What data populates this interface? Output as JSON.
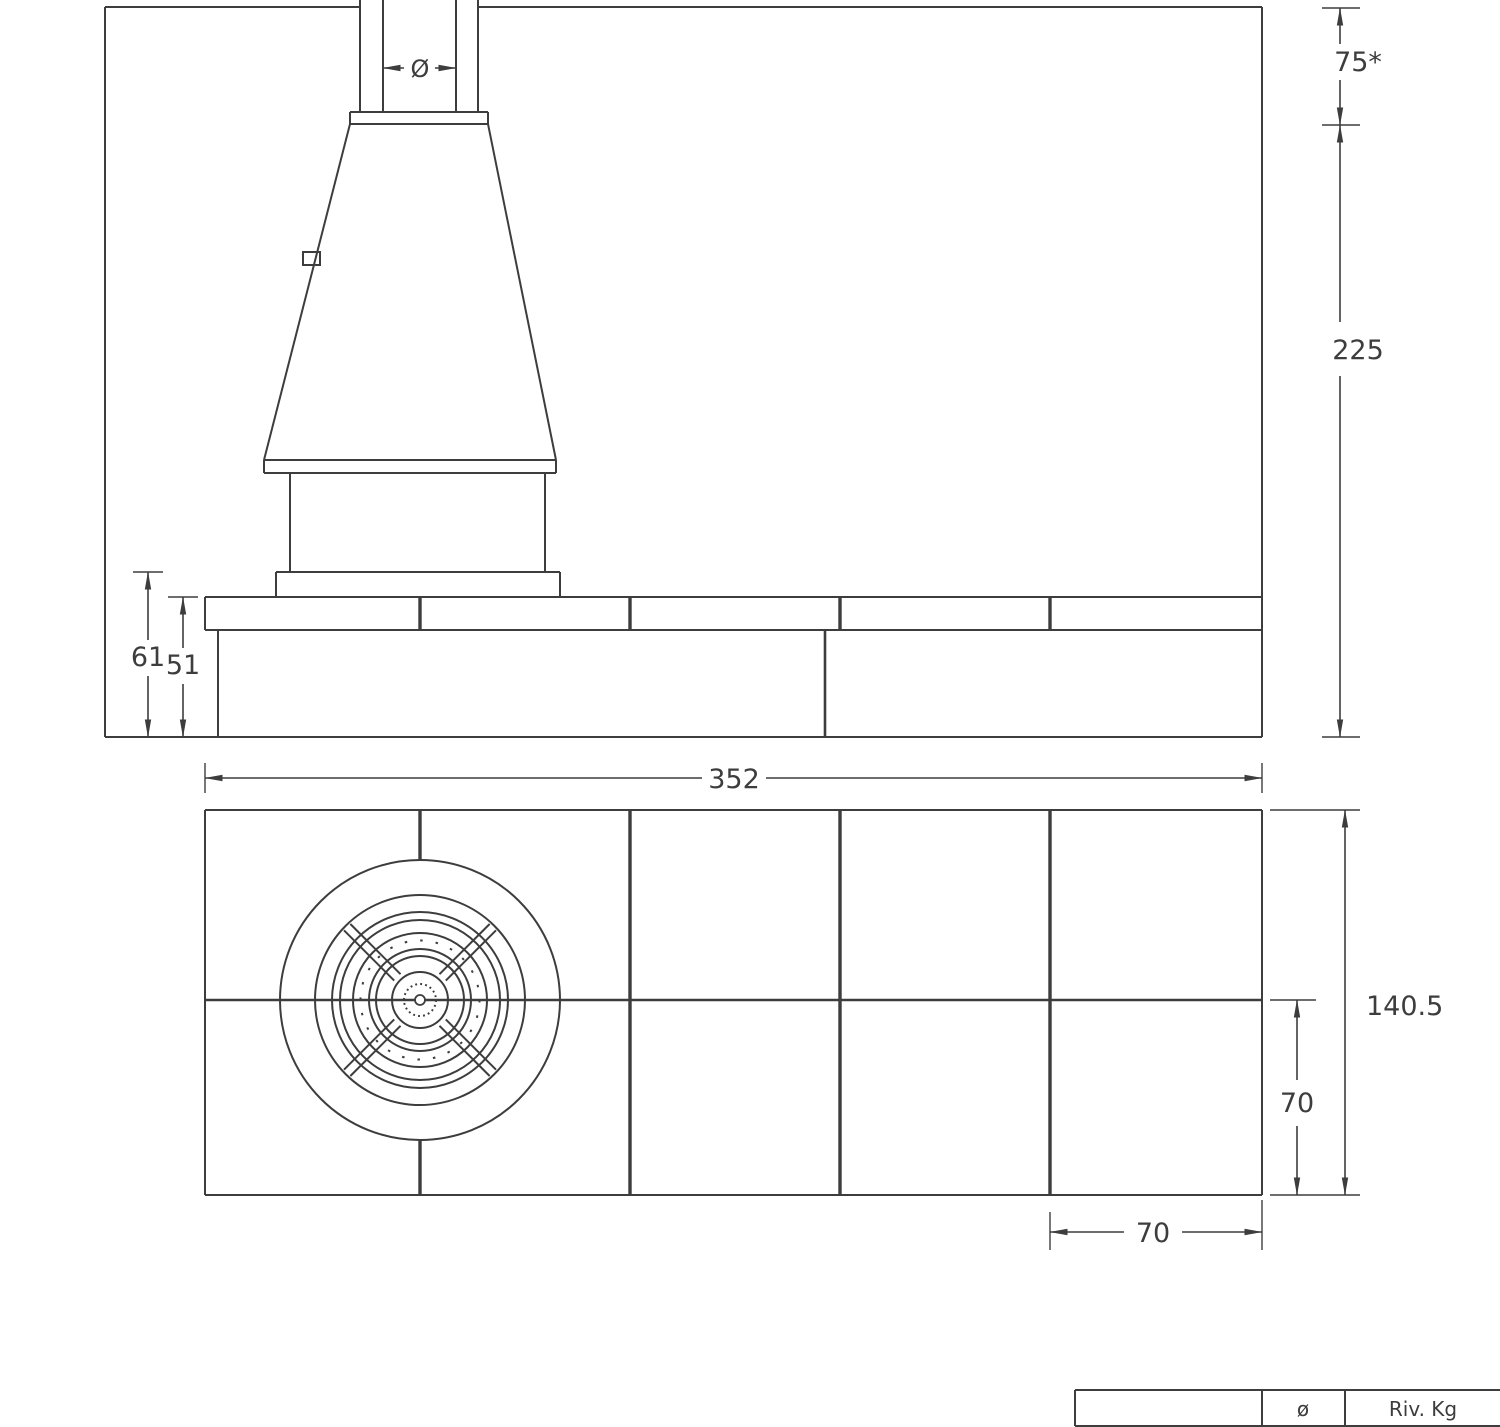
{
  "drawing": {
    "elevation": {
      "flue_diameter_label": "Ø",
      "ceiling_offset": "75*",
      "hood_height": "225",
      "hearth_height": "61",
      "counter_height": "51",
      "total_width": "352"
    },
    "plan": {
      "total_depth": "140.5",
      "front_half_depth": "70",
      "module_width": "70"
    },
    "spec_table": {
      "diameter_header": "ø",
      "weight_header": "Riv. Kg"
    }
  }
}
